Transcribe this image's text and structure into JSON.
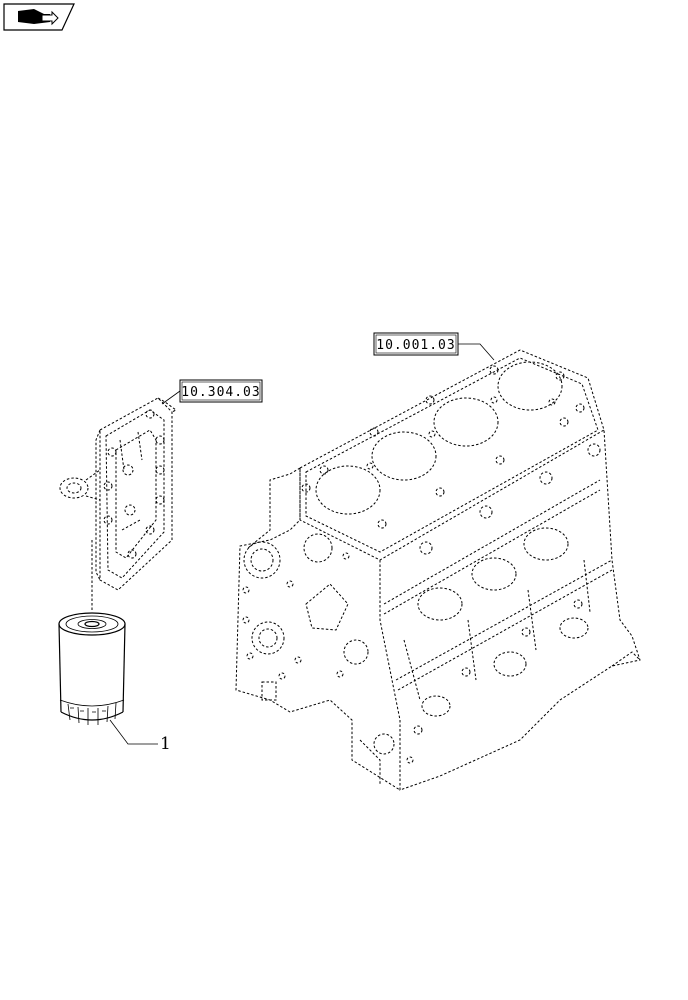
{
  "nav_icon": "book-arrow-icon",
  "references": {
    "oil_filter_head": "10.304.03",
    "engine_block": "10.001.03"
  },
  "callouts": {
    "item_1": "1"
  },
  "colors": {
    "line": "#000000",
    "background": "#ffffff"
  }
}
